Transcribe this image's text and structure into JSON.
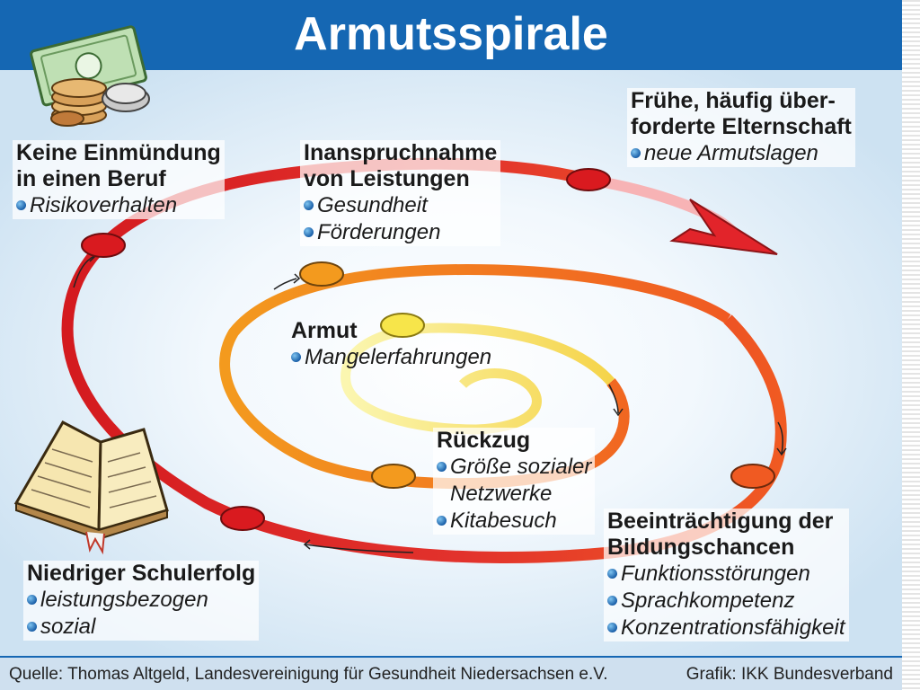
{
  "title": "Armutsspirale",
  "labels": {
    "friihe": {
      "heading": [
        "Frühe, häufig über-",
        "forderte Elternschaft"
      ],
      "bullets": [
        "neue Armutslagen"
      ]
    },
    "einmuendung": {
      "heading": [
        "Keine Einmündung",
        "in einen Beruf"
      ],
      "bullets": [
        "Risikoverhalten"
      ]
    },
    "inanspruchnahme": {
      "heading": [
        "Inanspruchnahme",
        "von Leistungen"
      ],
      "bullets": [
        "Gesundheit",
        "Förderungen"
      ]
    },
    "armut": {
      "heading": [
        "Armut"
      ],
      "bullets": [
        "Mangelerfahrungen"
      ]
    },
    "rueckzug": {
      "heading": [
        "Rückzug"
      ],
      "bullets": [
        "Größe sozialer",
        "Kitabesuch"
      ],
      "continuation": "Netzwerke"
    },
    "beeintraechtigung": {
      "heading": [
        "Beeinträchtigung der",
        "Bildungschancen"
      ],
      "bullets": [
        "Funktionsstörungen",
        "Sprachkompetenz",
        "Konzentrationsfähigkeit"
      ]
    },
    "schulerfolg": {
      "heading": [
        "Niedriger Schulerfolg"
      ],
      "bullets": [
        "leistungsbezogen",
        "sozial"
      ]
    }
  },
  "footer": {
    "source": "Quelle: Thomas Altgeld, Landesvereinigung für Gesundheit Niedersachsen e.V.",
    "credit": "Grafik: IKK Bundesverband"
  },
  "colors": {
    "title_bar": "#1567b3",
    "outer_ring": "#d81e25",
    "middle_ring": "#f39a1e",
    "inner_ring": "#f7e54a",
    "bullet": "#1a5fa8"
  },
  "icons": [
    "money-icon",
    "book-icon"
  ]
}
